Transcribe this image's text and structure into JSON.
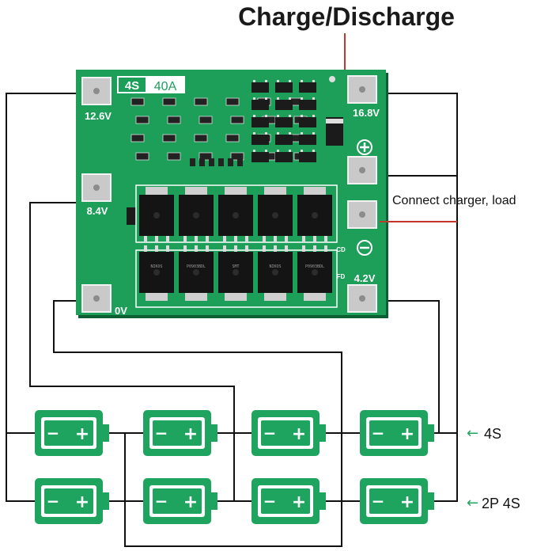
{
  "title": "Charge/Discharge",
  "connect_label": "Connect charger, load",
  "board": {
    "model": "4S",
    "current": "40A",
    "plus_sign": "⊕",
    "minus_sign": "⊖",
    "cd_label": "CD",
    "fd_label": "FD",
    "pads": [
      {
        "label": "12.6V"
      },
      {
        "label": "8.4V"
      },
      {
        "label": "0V"
      },
      {
        "label": "16.8V"
      },
      {
        "label": "4.2V"
      }
    ],
    "mosfet_markings": [
      "NIKOS",
      "P0903BDL",
      "SMT",
      "NIKOS",
      "P0903BDL"
    ]
  },
  "rows": [
    {
      "label": "4S",
      "arrow": "←"
    },
    {
      "label": "2P 4S",
      "arrow": "←"
    }
  ],
  "battery": {
    "minus": "−",
    "plus": "+"
  },
  "colors": {
    "pcb": "#1d9f5a",
    "pcb_dark": "#137a43",
    "battery": "#1fa45f",
    "wire": "#111111",
    "title_line": "#c0392b",
    "arrow": "#1fa45f"
  }
}
